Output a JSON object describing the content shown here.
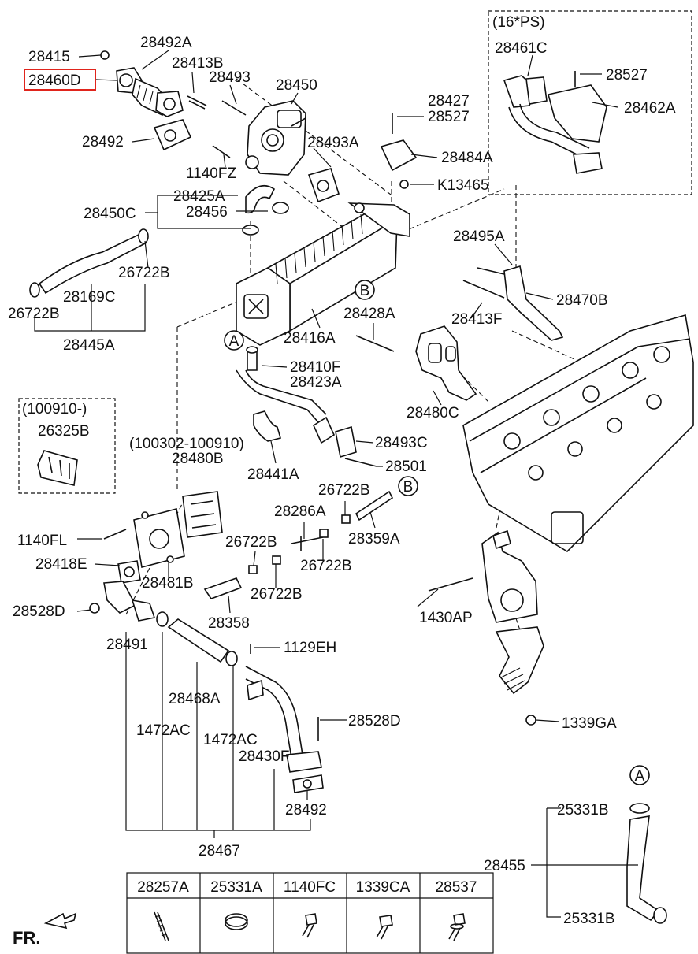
{
  "highlight_color": "#e0241c",
  "highlighted_part": "28460D",
  "labels": {
    "p28415": "28415",
    "p28460D": "28460D",
    "p28492A": "28492A",
    "p28413B": "28413B",
    "p28493": "28493",
    "p28450": "28450",
    "p28427": "28427",
    "p28527a": "28527",
    "p28492": "28492",
    "p28493A": "28493A",
    "p28484A": "28484A",
    "p1140FZ": "1140FZ",
    "pK13465": "K13465",
    "p28425A": "28425A",
    "p28450C": "28450C",
    "p28456": "28456",
    "p26722Ba": "26722B",
    "p28169C": "28169C",
    "p26722Bb": "26722B",
    "p28445A": "28445A",
    "p28416A": "28416A",
    "p28495A": "28495A",
    "p28470B": "28470B",
    "p28413F": "28413F",
    "p28428A": "28428A",
    "p28410F": "28410F",
    "p28423A": "28423A",
    "p28480C": "28480C",
    "p28493C": "28493C",
    "p28501": "28501",
    "p28441A": "28441A",
    "p28480B": "28480B",
    "p26722Bc": "26722B",
    "p28286A": "28286A",
    "p28359A": "28359A",
    "p1140FL": "1140FL",
    "p28418E": "28418E",
    "p28481B": "28481B",
    "p26722Bd": "26722B",
    "p26722Be": "26722B",
    "p26722Bf": "26722B",
    "p28528Da": "28528D",
    "p28358": "28358",
    "p1430AP": "1430AP",
    "p28491": "28491",
    "p1129EH": "1129EH",
    "p28468A": "28468A",
    "p1472ACa": "1472AC",
    "p1472ACb": "1472AC",
    "p28528Db": "28528D",
    "p1339GA": "1339GA",
    "p28430F": "28430F",
    "p28492b": "28492",
    "p28467": "28467",
    "p25331Ba": "25331B",
    "p28455": "28455",
    "p25331Bb": "25331B",
    "p28461C": "28461C",
    "p28527b": "28527",
    "p28462A": "28462A",
    "p26325B": "26325B",
    "fr": "FR."
  },
  "callouts": {
    "a1": "A",
    "a2": "A",
    "b1": "B",
    "b2": "B"
  },
  "variant_boxes": {
    "ps": "(16*PS)",
    "date1": "(100910-)",
    "date2": "(100302-100910)"
  },
  "parts_table": {
    "headers": [
      "28257A",
      "25331A",
      "1140FC",
      "1339CA",
      "28537"
    ],
    "icons": [
      "stud-icon",
      "hose-clamp-icon",
      "flange-bolt-icon",
      "flange-nut-bolt-icon",
      "bolt-washer-icon"
    ]
  }
}
